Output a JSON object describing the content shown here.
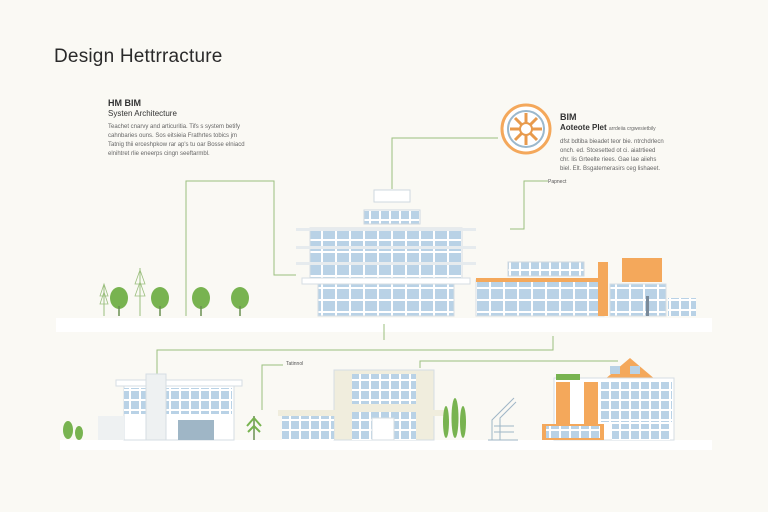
{
  "title": "Design Hettrracture",
  "left_block": {
    "heading": "HM BIM",
    "subheading": "Systen Architecture",
    "body": [
      "Teachet cnarvy and articuritia. Tifs s system betify",
      "cahnbaries ouns. Sos eitsieia Frathrtes tobics jm",
      "Tatnig thii erceshpkow rar ap's tu oar Bosse elniacd",
      "elnihtret rlie eneerps cingn seeftarmbl."
    ]
  },
  "right_block": {
    "heading": "BIM",
    "subheading": "Aoteote Plet",
    "sub_tail": "arrdeiia crgwesietbily",
    "body": [
      "dfst bdtiba bieadet teor bie. ntrchdrlecn",
      "onch. ed. Stcesetted ot ci. aiatrtieed",
      "chr. lis Grteelte riees. Gae lae aiiehs",
      "biel. Elt. Bsgatemerasirs ceg lishaeet."
    ]
  },
  "callouts": {
    "upper": "Papnect",
    "lower": "Tatinnol"
  },
  "colors": {
    "line": "#9bbf7e",
    "glass": "#b9d2e6",
    "accent": "#f4a85b",
    "tree": "#78b350",
    "wall": "#ffffff"
  },
  "icons": {
    "badge": "gear-wheel-icon"
  }
}
